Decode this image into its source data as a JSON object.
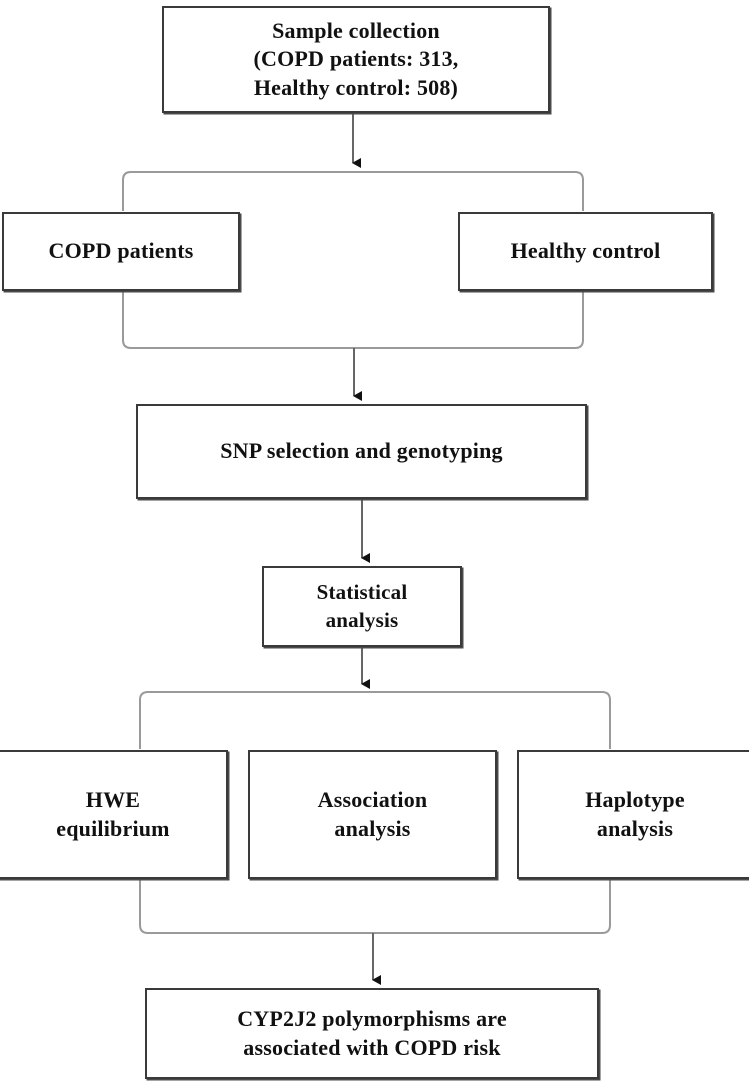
{
  "diagram": {
    "title": "CYP2J2 polymorphism COPD study workflow",
    "orientation": "top-to-bottom",
    "colors": {
      "box_border": "#3a3a3a",
      "box_fill": "#ffffff",
      "text": "#111111",
      "connector_dark": "#555555",
      "connector_light": "#8c8c8c",
      "background": "#ffffff"
    },
    "nodes": [
      {
        "id": "sample-collection",
        "label": "Sample collection\n(COPD patients:  313,\nHealthy control: 508)",
        "lines": [
          "Sample collection",
          "(COPD patients:  313,",
          "Healthy control: 508)"
        ],
        "level": 1
      },
      {
        "id": "copd-patients",
        "label": "COPD patients",
        "lines": [
          "COPD patients"
        ],
        "level": 2
      },
      {
        "id": "healthy-control",
        "label": "Healthy control",
        "lines": [
          "Healthy control"
        ],
        "level": 2
      },
      {
        "id": "snp-selection",
        "label": "SNP selection and genotyping",
        "lines": [
          "SNP selection and genotyping"
        ],
        "level": 3
      },
      {
        "id": "statistical-analysis",
        "label": "Statistical\nanalysis",
        "lines": [
          "Statistical",
          "analysis"
        ],
        "level": 4
      },
      {
        "id": "hwe-equilibrium",
        "label": "HWE\nequilibrium",
        "lines": [
          "HWE",
          "equilibrium"
        ],
        "level": 5
      },
      {
        "id": "association-analysis",
        "label": "Association\nanalysis",
        "lines": [
          "Association",
          "analysis"
        ],
        "level": 5
      },
      {
        "id": "haplotype-analysis",
        "label": "Haplotype\nanalysis",
        "lines": [
          "Haplotype",
          "analysis"
        ],
        "level": 5
      },
      {
        "id": "conclusion",
        "label": "CYP2J2 polymorphisms are\nassociated with COPD risk",
        "lines": [
          "CYP2J2 polymorphisms are",
          "associated with COPD risk"
        ],
        "level": 6
      }
    ],
    "edges": [
      {
        "from": "sample-collection",
        "to": [
          "copd-patients",
          "healthy-control"
        ],
        "style": "split-bracket",
        "arrow": true
      },
      {
        "from": [
          "copd-patients",
          "healthy-control"
        ],
        "to": "snp-selection",
        "style": "merge-bracket",
        "arrow": true
      },
      {
        "from": "snp-selection",
        "to": "statistical-analysis",
        "style": "straight",
        "arrow": true
      },
      {
        "from": "statistical-analysis",
        "to": [
          "hwe-equilibrium",
          "association-analysis",
          "haplotype-analysis"
        ],
        "style": "split-bracket",
        "arrow": true
      },
      {
        "from": [
          "hwe-equilibrium",
          "association-analysis",
          "haplotype-analysis"
        ],
        "to": "conclusion",
        "style": "merge-bracket",
        "arrow": true
      }
    ]
  }
}
